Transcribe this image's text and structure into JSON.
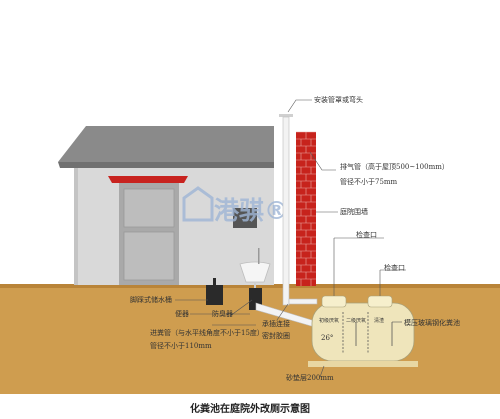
{
  "colors": {
    "ground": "#cf9d4f",
    "ground_dark": "#b98438",
    "roof": "#8a8a8a",
    "wall": "#d9d9d9",
    "door": "#a9a9a9",
    "awning": "#c8231f",
    "brick": "#c7231c",
    "tank": "#efe5bb",
    "pipe": "#f3f3f3"
  },
  "labels": {
    "vent_cap": "安装管罩或弯头",
    "exhaust_pipe": "排气管（高于屋顶500~100mm）",
    "exhaust_diameter": "管径不小于75mm",
    "courtyard_wall": "庭院围墙",
    "inspection_port_1": "检查口",
    "inspection_port_2": "检查口",
    "squat_toilet": "脚踩式储水桶",
    "toilet": "便器",
    "odor_trap": "防臭器",
    "inlet_pipe": "进粪管（与水平线角度不小于15度）",
    "inlet_diameter": "管径不小于110mm",
    "socket_joint_1": "承插连接",
    "socket_joint_2": "密封胶圈",
    "tank_type": "模压玻璃钢化粪池",
    "sand_layer": "砂垫层200mm",
    "tank_tag_1": "初级厌氧",
    "tank_tag_2": "二级厌氧",
    "tank_tag_3": "清渣",
    "angle": "26°",
    "caption": "化粪池在庭院外改厕示意图"
  },
  "watermark": "港骐®"
}
